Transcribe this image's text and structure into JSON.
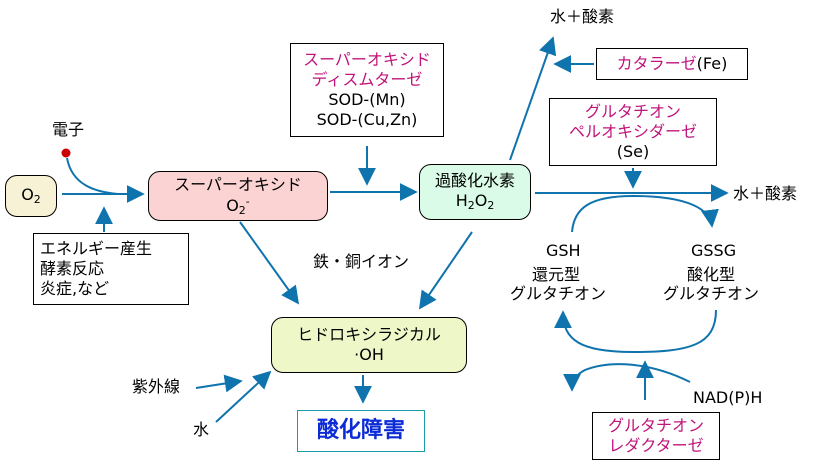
{
  "o2": {
    "main": "O",
    "sub": "2"
  },
  "electron_label": "電子",
  "sources": [
    "エネルギー産生",
    "酵素反応",
    "炎症,など"
  ],
  "superoxide": {
    "title": "スーパーオキシド",
    "formula_main": "O",
    "formula_sub": "2",
    "formula_sup": "-"
  },
  "sod": {
    "name_line1": "スーパーオキシド",
    "name_line2": "ディスムターゼ",
    "variant1": "SOD-(Mn)",
    "variant2": "SOD-(Cu,Zn)"
  },
  "h2o2": {
    "title": "過酸化水素",
    "f1": "H",
    "s1": "2",
    "f2": "O",
    "s2": "2"
  },
  "water_oxygen_top": "水＋酸素",
  "water_oxygen_right": "水＋酸素",
  "catalase": {
    "name": "カタラーゼ",
    "cofactor": "(Fe)"
  },
  "gpx": {
    "line1": "グルタチオン",
    "line2": "ペルオキシダーゼ",
    "cofactor": "(Se)"
  },
  "metal_ions": "鉄・銅イオン",
  "hydroxyl": {
    "title": "ヒドロキシラジカル",
    "formula": "·OH"
  },
  "uv": "紫外線",
  "water": "水",
  "damage": "酸化障害",
  "gsh": {
    "abbr": "GSH",
    "line1": "還元型",
    "line2": "グルタチオン"
  },
  "gssg": {
    "abbr": "GSSG",
    "line1": "酸化型",
    "line2": "グルタチオン"
  },
  "nadph": "NAD(P)H",
  "gr": {
    "line1": "グルタチオン",
    "line2": "レダクターゼ"
  },
  "colors": {
    "arrow": "#0f73ad",
    "superoxide_fill": "#fbd3d3",
    "h2o2_fill": "#d9fbe7",
    "hydroxyl_fill": "#eef7c8",
    "magenta": "#c0147c",
    "damage_text": "#0a2bd6",
    "damage_border": "#1a9da8",
    "electron_dot": "#cc0000"
  }
}
